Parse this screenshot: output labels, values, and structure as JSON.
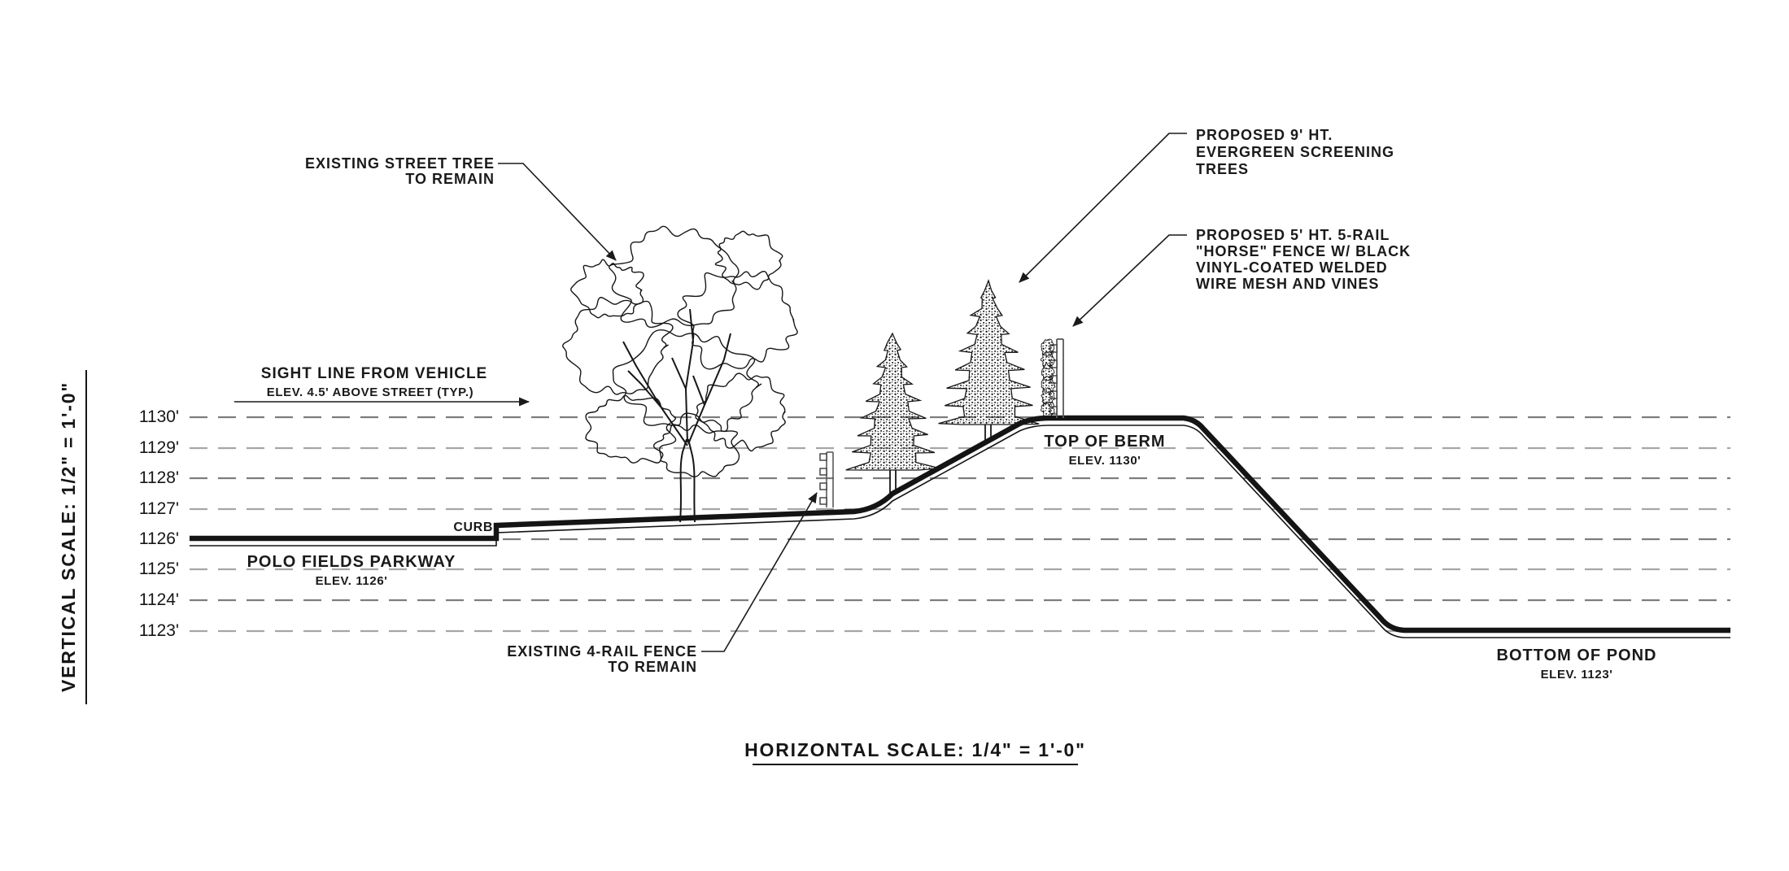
{
  "scales": {
    "vertical_label": "VERTICAL SCALE: 1/2\" = 1'-0\"",
    "horizontal_label": "HORIZONTAL SCALE: 1/4\" = 1'-0\""
  },
  "elevation_axis": {
    "labels": [
      "1130'",
      "1129'",
      "1128'",
      "1127'",
      "1126'",
      "1125'",
      "1124'",
      "1123'"
    ]
  },
  "annotations": {
    "existing_street_tree": {
      "line1": "EXISTING STREET TREE",
      "line2": "TO REMAIN"
    },
    "sight_line": {
      "line1": "SIGHT LINE FROM VEHICLE",
      "line2": "ELEV. 4.5' ABOVE STREET (TYP.)"
    },
    "evergreen_trees": {
      "line1": "PROPOSED 9' HT.",
      "line2": "EVERGREEN SCREENING",
      "line3": "TREES"
    },
    "horse_fence": {
      "line1": "PROPOSED 5' HT. 5-RAIL",
      "line2": "\"HORSE\" FENCE W/ BLACK",
      "line3": "VINYL-COATED WELDED",
      "line4": "WIRE MESH AND VINES"
    },
    "existing_fence": {
      "line1": "EXISTING 4-RAIL FENCE",
      "line2": "TO REMAIN"
    },
    "curb": "CURB",
    "parkway": {
      "line1": "POLO FIELDS PARKWAY",
      "line2": "ELEV. 1126'"
    },
    "top_of_berm": {
      "line1": "TOP OF BERM",
      "line2": "ELEV. 1130'"
    },
    "bottom_of_pond": {
      "line1": "BOTTOM OF POND",
      "line2": "ELEV. 1123'"
    }
  },
  "profile": {
    "road_elevation_ft": 1126,
    "berm_top_elevation_ft": 1130,
    "pond_bottom_elevation_ft": 1123,
    "sight_line_height_above_street_ft": 4.5
  },
  "colors": {
    "ink": "#141414",
    "grid_dark": "#7d7d7d",
    "grid_light": "#a6a6a6",
    "background": "#ffffff"
  }
}
